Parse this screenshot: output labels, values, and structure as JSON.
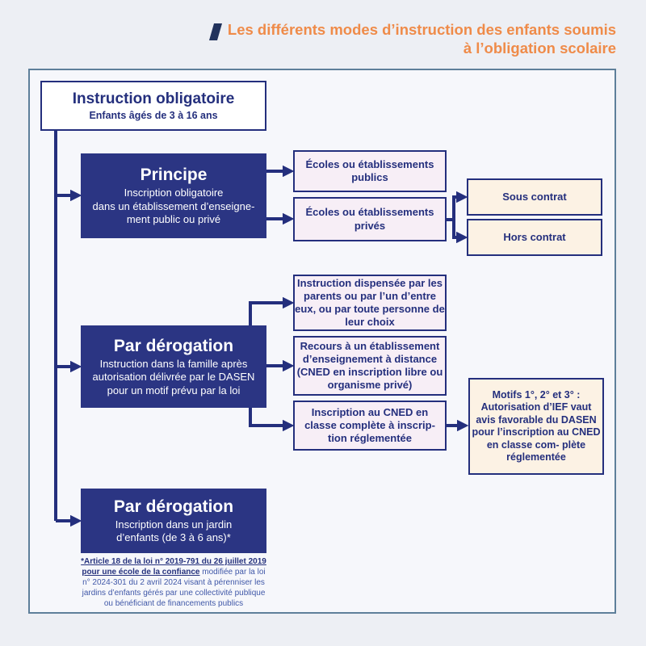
{
  "page": {
    "title": "Les différents modes d’instruction des enfants soumis\nà l’obligation scolaire"
  },
  "colors": {
    "accent_orange": "#ef8b49",
    "navy": "#242f7d",
    "box_blue": "#2b3583",
    "pink_fill": "#f7eef6",
    "cream_fill": "#fcf2e4",
    "panel_border": "#5e7f9a"
  },
  "flowchart": {
    "root": {
      "title": "Instruction obligatoire",
      "subtitle": "Enfants âgés de 3 à 16 ans"
    },
    "principle": {
      "title": "Principe",
      "body": "Inscription obligatoire\ndans un établissement d’enseigne-\nment public ou privé",
      "outcomes": [
        {
          "label": "Écoles ou\nétablissements publics"
        },
        {
          "label": "Écoles ou\nétablissements privés"
        }
      ],
      "private_contract_types": [
        {
          "label": "Sous contrat"
        },
        {
          "label": "Hors contrat"
        }
      ]
    },
    "derogation_family": {
      "title": "Par dérogation",
      "body": "Instruction dans la famille après\nautorisation délivrée par le DASEN\npour un motif prévu par la loi",
      "options": [
        {
          "label": "Instruction dispensée par\nles parents ou par l’un\nd’entre eux, ou par toute\npersonne de leur choix"
        },
        {
          "label": "Recours à un établissement\nd’enseignement à distance\n(CNED en inscription libre\nou organisme privé)"
        },
        {
          "label": "Inscription au CNED en\nclasse complète à inscrip-\ntion réglementée"
        }
      ],
      "note": "Motifs 1°, 2° et 3° :\nAutorisation d’IEF vaut\navis favorable du DASEN\npour l’inscription au\nCNED en classe com-\nplète réglementée"
    },
    "derogation_kindergarten": {
      "title": "Par dérogation",
      "body": "Inscription dans un jardin\nd’enfants (de 3 à 6 ans)*"
    },
    "footnote": {
      "linked_part": "*Article 18 de la loi n° 2019-791 du 26 juillet 2019\npour une école de la confiance",
      "rest": " modifiée par la loi\nn° 2024-301 du 2 avril 2024 visant à pérenniser les\njardins d’enfants gérés par une collectivité publique\nou bénéficiant de financements publics"
    }
  }
}
